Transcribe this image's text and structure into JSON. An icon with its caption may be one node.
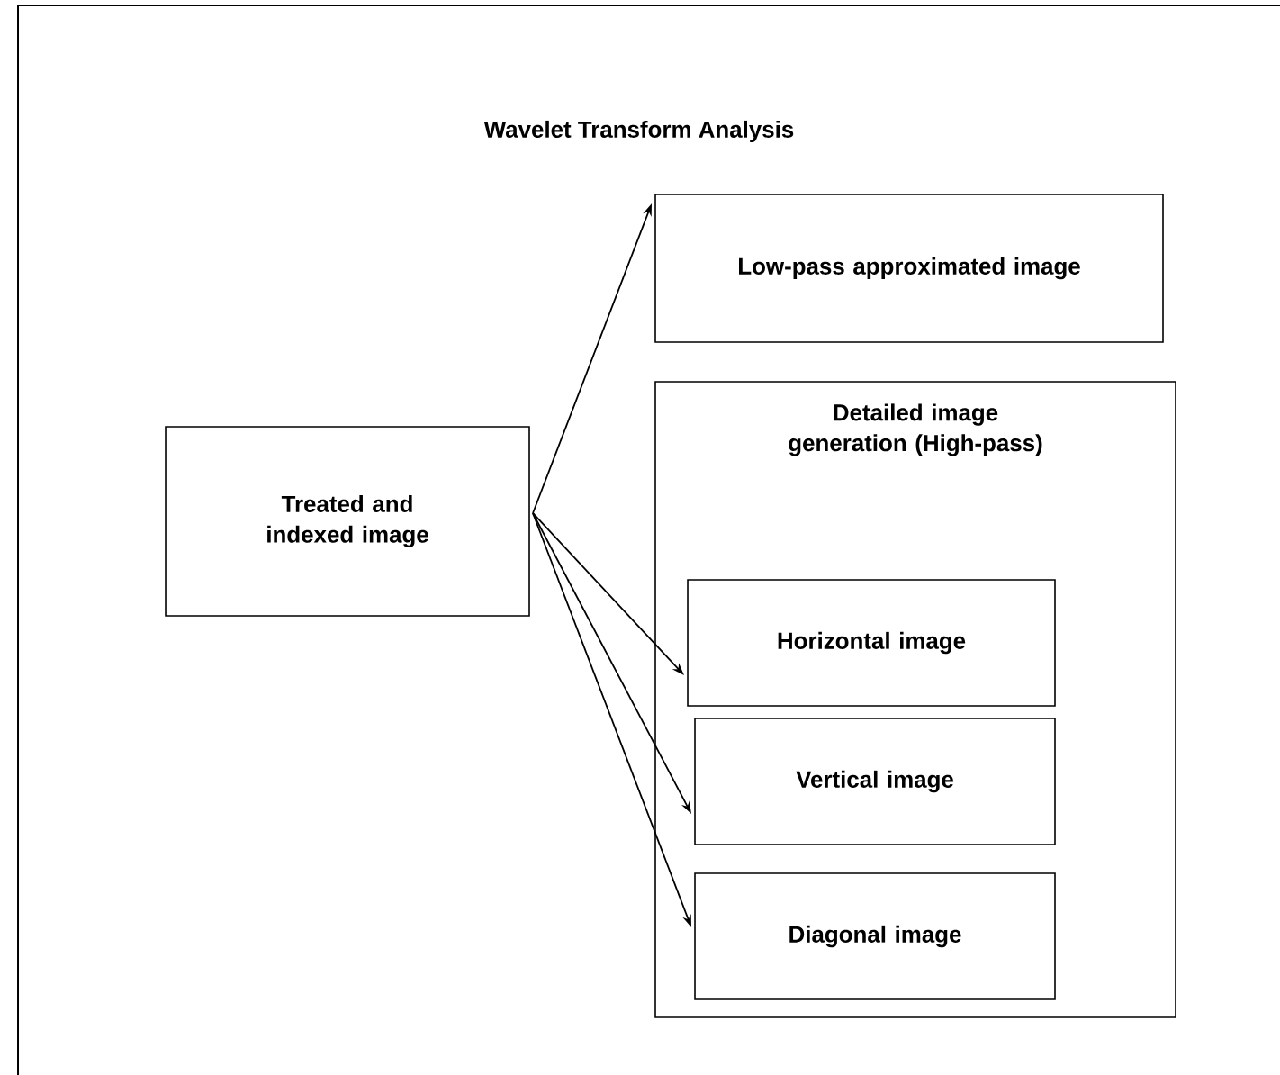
{
  "diagram": {
    "title": "Wavelet Transform Analysis",
    "nodes": [
      {
        "text": [
          "Treated and indexed image"
        ]
      },
      {
        "text": [
          "Low-pass approximated image"
        ]
      },
      {
        "text": [
          "Detailed image generation (High-pass)"
        ]
      },
      {
        "text": [
          "Horizontal image"
        ],
        "in": 2
      },
      {
        "text": [
          "Vertical image"
        ],
        "in": 2
      },
      {
        "text": [
          "Diagonal image"
        ],
        "in": 2
      }
    ],
    "edges": [
      {
        "from": 0,
        "to": 1,
        "arrow": "to"
      },
      {
        "from": 0,
        "to": 3,
        "arrow": "to"
      },
      {
        "from": 0,
        "to": 4,
        "arrow": "to"
      },
      {
        "from": 0,
        "to": 5,
        "arrow": "to"
      }
    ]
  }
}
